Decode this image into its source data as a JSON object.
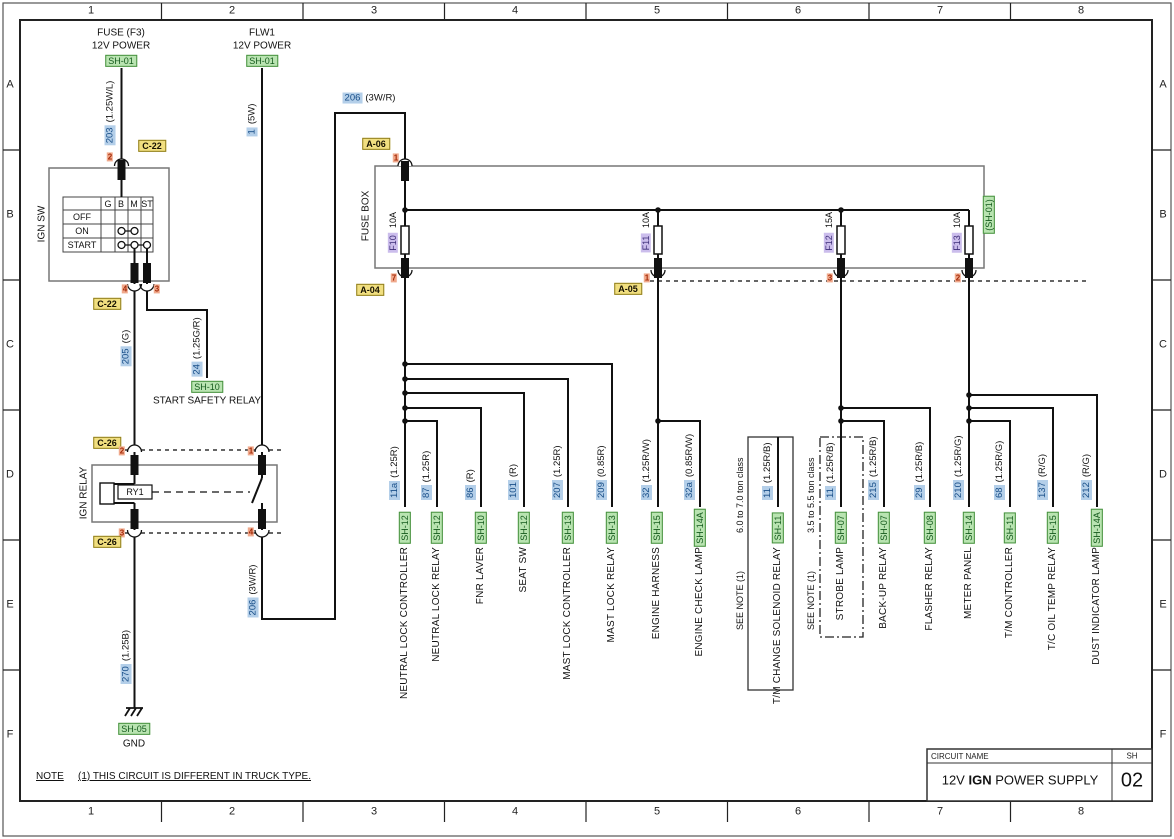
{
  "colors": {
    "wire": "#111111",
    "wire_number_bg": "#b4cfe9",
    "sheet_ref_bg": "#b9e4b1",
    "connector_bg": "#f1df80",
    "fuse_bg": "#cbbdec",
    "pin_bg": "#f0a98c"
  },
  "border": {
    "cols": [
      "1",
      "2",
      "3",
      "4",
      "5",
      "6",
      "7",
      "8"
    ],
    "rows": [
      "A",
      "B",
      "C",
      "D",
      "E",
      "F"
    ]
  },
  "sources": {
    "fuse_f3": {
      "name": "FUSE (F3)",
      "sub": "12V POWER",
      "sh": "SH-01"
    },
    "flw1": {
      "name": "FLW1",
      "sub": "12V POWER",
      "sh": "SH-01"
    }
  },
  "wires": {
    "w203": {
      "num": "203",
      "gauge": "(1.25W/L)"
    },
    "w1": {
      "num": "1",
      "gauge": "(5W)"
    },
    "w205": {
      "num": "205",
      "gauge": "(G)"
    },
    "w24": {
      "num": "24",
      "gauge": "(1.25G/R)"
    },
    "w206": {
      "num": "206",
      "gauge": "(3W/R)"
    },
    "w270": {
      "num": "270",
      "gauge": "(1.25B)"
    }
  },
  "ign_sw": {
    "title": "IGN SW",
    "connector": "C-22",
    "pin_top": "2",
    "pin_b1": "4",
    "pin_b2": "3",
    "cols": [
      "G",
      "B",
      "M",
      "ST"
    ],
    "rows": [
      "OFF",
      "ON",
      "START"
    ]
  },
  "ign_relay": {
    "title": "IGN RELAY",
    "tag": "RY1",
    "connector": "C-26",
    "pins": {
      "tl": "2",
      "tr": "1",
      "bl": "3",
      "br": "4"
    }
  },
  "start_safety": {
    "sh": "SH-10",
    "label": "START SAFETY RELAY"
  },
  "ground": {
    "sh": "SH-05",
    "label": "GND"
  },
  "fuse_box": {
    "title": "FUSE BOX",
    "sh": "(SH-01)",
    "conn_in": "A-06",
    "pin_in": "1",
    "conn_a04": "A-04",
    "conn_a05": "A-05",
    "fuses": [
      {
        "id": "F10",
        "amp": "10A",
        "pin": "7"
      },
      {
        "id": "F11",
        "amp": "10A",
        "pin": "1"
      },
      {
        "id": "F12",
        "amp": "15A",
        "pin": "3"
      },
      {
        "id": "F13",
        "amp": "10A",
        "pin": "2"
      }
    ]
  },
  "class_boxes": {
    "solid": {
      "range": "6.0 to 7.0 ton class",
      "note": "SEE NOTE (1)"
    },
    "dashdot": {
      "range": "3.5 to 5.5 ton class",
      "note": "SEE NOTE (1)"
    }
  },
  "drops": [
    {
      "num": "11a",
      "gauge": "(1.25R)",
      "sh": "SH-12",
      "component": "NEUTRAL LOCK CONTROLLER"
    },
    {
      "num": "87",
      "gauge": "(1.25R)",
      "sh": "SH-12",
      "component": "NEUTRAL LOCK RELAY"
    },
    {
      "num": "86",
      "gauge": "(R)",
      "sh": "SH-10",
      "component": "FNR LAVER"
    },
    {
      "num": "101",
      "gauge": "(R)",
      "sh": "SH-12",
      "component": "SEAT SW"
    },
    {
      "num": "207",
      "gauge": "(1.25R)",
      "sh": "SH-13",
      "component": "MAST LOCK CONTROLLER"
    },
    {
      "num": "209",
      "gauge": "(0.85R)",
      "sh": "SH-13",
      "component": "MAST LOCK RELAY"
    },
    {
      "num": "32",
      "gauge": "(1.25R/W)",
      "sh": "SH-15",
      "component": "ENGINE HARNESS"
    },
    {
      "num": "32a",
      "gauge": "(0.85R/W)",
      "sh": "SH-14A",
      "component": "ENGINE CHECK LAMP"
    },
    {
      "num": "11",
      "gauge": "(1.25R/B)",
      "sh": "SH-11",
      "component": "T/M CHANGE SOLENOID RELAY"
    },
    {
      "num": "11",
      "gauge": "(1.25R/B)",
      "sh": "SH-07",
      "component": "STROBE LAMP"
    },
    {
      "num": "215",
      "gauge": "(1.25R/B)",
      "sh": "SH-07",
      "component": "BACK-UP RELAY"
    },
    {
      "num": "29",
      "gauge": "(1.25R/B)",
      "sh": "SH-08",
      "component": "FLASHER RELAY"
    },
    {
      "num": "210",
      "gauge": "(1.25R/G)",
      "sh": "SH-14",
      "component": "METER PANEL"
    },
    {
      "num": "68",
      "gauge": "(1.25R/G)",
      "sh": "SH-11",
      "component": "T/M CONTROLLER"
    },
    {
      "num": "137",
      "gauge": "(R/G)",
      "sh": "SH-15",
      "component": "T/C OIL TEMP RELAY"
    },
    {
      "num": "212",
      "gauge": "(R/G)",
      "sh": "SH-14A",
      "component": "DUST INDICATOR LAMP"
    }
  ],
  "note": {
    "label": "NOTE",
    "text": "(1) THIS CIRCUIT IS DIFFERENT IN TRUCK TYPE."
  },
  "title_block": {
    "name_label": "CIRCUIT NAME",
    "sheet_label": "SH",
    "name_pre": "12V ",
    "name_bold": "IGN",
    "name_post": " POWER SUPPLY",
    "sheet": "02"
  }
}
